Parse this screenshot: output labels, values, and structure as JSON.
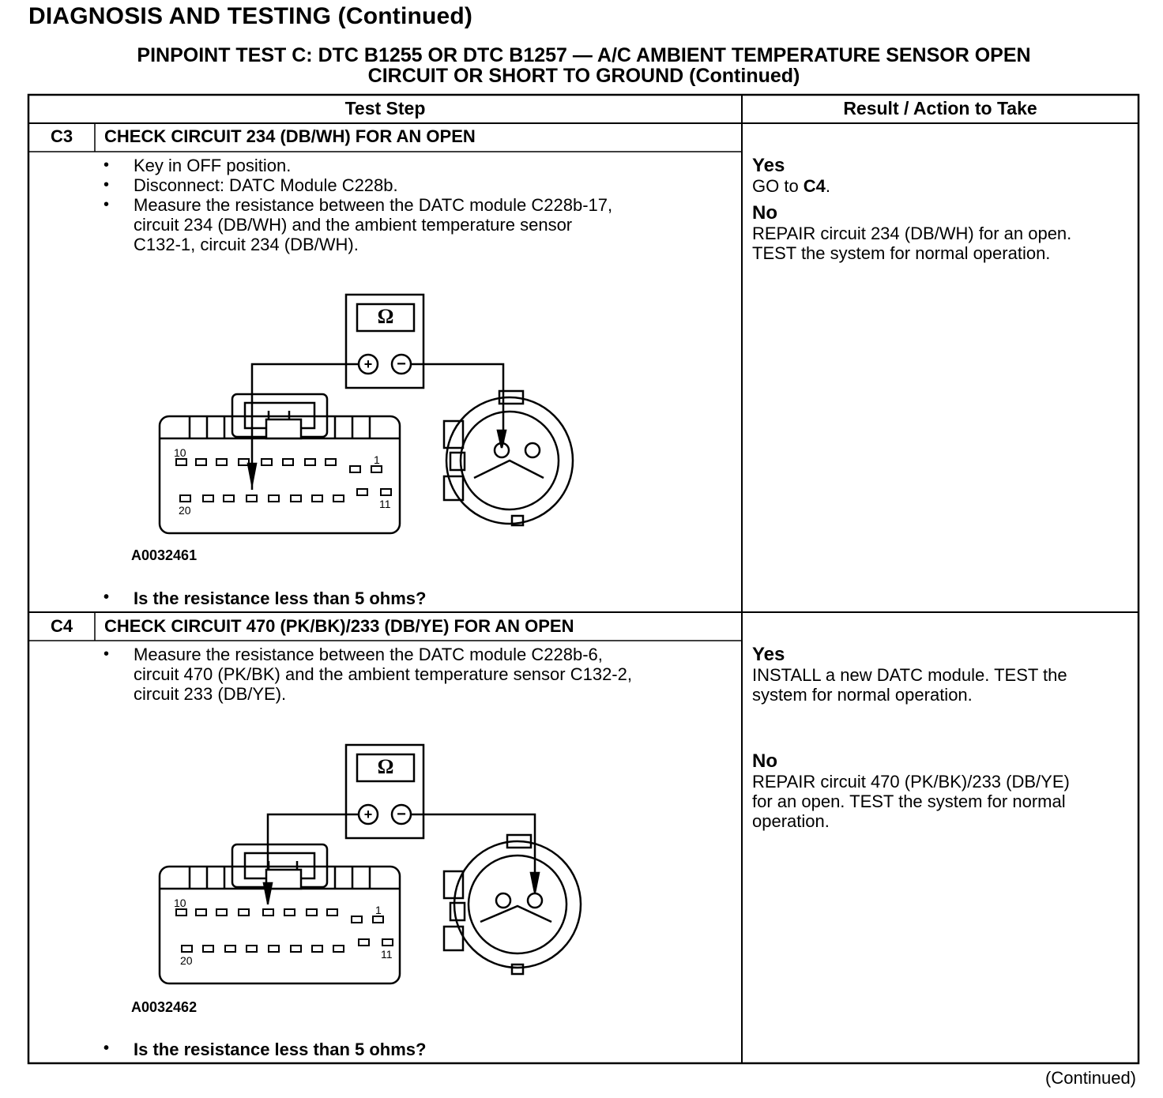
{
  "page": {
    "title": "DIAGNOSIS AND TESTING (Continued)",
    "test_title_line1": "PINPOINT TEST  C: DTC B1255 OR DTC B1257 — A/C AMBIENT TEMPERATURE SENSOR OPEN",
    "test_title_line2": "CIRCUIT OR SHORT TO GROUND (Continued)",
    "footer": "(Continued)"
  },
  "table": {
    "header_left": "Test Step",
    "header_right": "Result / Action to Take"
  },
  "steps": [
    {
      "id": "C3",
      "title": "CHECK CIRCUIT 234 (DB/WH) FOR AN OPEN",
      "actions": [
        "Key in OFF position.",
        "Disconnect: DATC Module C228b.",
        "Measure the resistance between the DATC module C228b-17,\ncircuit 234 (DB/WH) and the ambient temperature sensor\nC132-1, circuit 234 (DB/WH)."
      ],
      "figure_id": "A0032461",
      "figure": {
        "meter_symbol": "Ω",
        "pin_label_10": "10",
        "pin_label_1": "1",
        "pin_label_20": "20",
        "pin_label_11": "11"
      },
      "question": "Is the resistance less than 5 ohms?",
      "yes_label": "Yes",
      "yes_text_pre": "GO to ",
      "yes_text_bold": "C4",
      "yes_text_post": ".",
      "no_label": "No",
      "no_text": "REPAIR circuit 234 (DB/WH) for an open.\nTEST the system for normal operation."
    },
    {
      "id": "C4",
      "title": "CHECK CIRCUIT 470 (PK/BK)/233 (DB/YE) FOR AN OPEN",
      "actions": [
        "Measure the resistance between the DATC module C228b-6,\ncircuit 470 (PK/BK) and the ambient temperature sensor C132-2,\ncircuit 233 (DB/YE)."
      ],
      "figure_id": "A0032462",
      "figure": {
        "meter_symbol": "Ω",
        "pin_label_10": "10",
        "pin_label_1": "1",
        "pin_label_20": "20",
        "pin_label_11": "11"
      },
      "question": "Is the resistance less than 5 ohms?",
      "yes_label": "Yes",
      "yes_text": "INSTALL a new DATC module. TEST the\nsystem for normal operation.",
      "no_label": "No",
      "no_text": "REPAIR circuit 470 (PK/BK)/233 (DB/YE)\nfor an open. TEST the system for normal\noperation."
    }
  ]
}
